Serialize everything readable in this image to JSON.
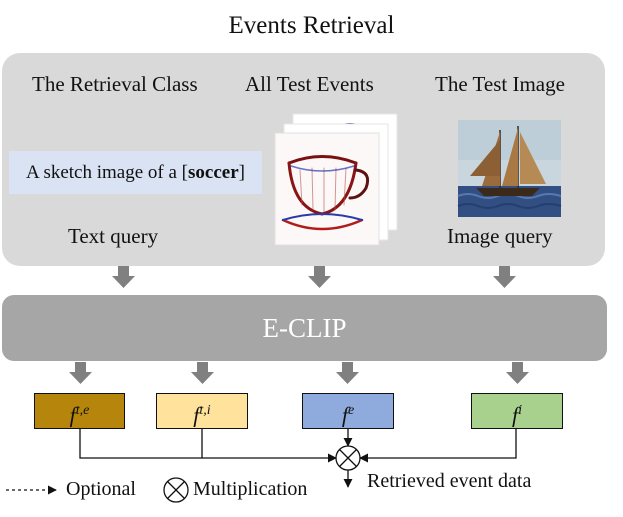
{
  "title": "Events Retrieval",
  "headers": {
    "retrieval_class": "The Retrieval Class",
    "test_events": "All Test Events",
    "test_image": "The Test Image"
  },
  "text_prompt": {
    "prefix": "A sketch image of a [",
    "class_word": "soccer",
    "suffix": "]"
  },
  "captions": {
    "text_query": "Text query",
    "image_query": "Image query"
  },
  "encoder_label": "E-CLIP",
  "features": {
    "text_event": {
      "base": "f",
      "sup": "t,e"
    },
    "text_image": {
      "base": "f",
      "sup": "t,i"
    },
    "event": {
      "base": "f",
      "sup": "e"
    },
    "image": {
      "base": "f",
      "sup": "i"
    }
  },
  "legend": {
    "optional": "Optional",
    "multiplication": "Multiplication"
  },
  "output_label": "Retrieved event data",
  "colors": {
    "panel": "#d9d9d9",
    "prompt_box": "#dae3f3",
    "encoder": "#a6a6a6",
    "feat_text_event": "#b6860c",
    "feat_text_image": "#ffe39c",
    "feat_event": "#8faadc",
    "feat_image": "#a9d18e",
    "gray_arrow": "#808080"
  },
  "icons": [
    "event-frame-stack",
    "sailing-ship-image",
    "multiplication-circle-icon",
    "gray-down-arrow-icon"
  ]
}
